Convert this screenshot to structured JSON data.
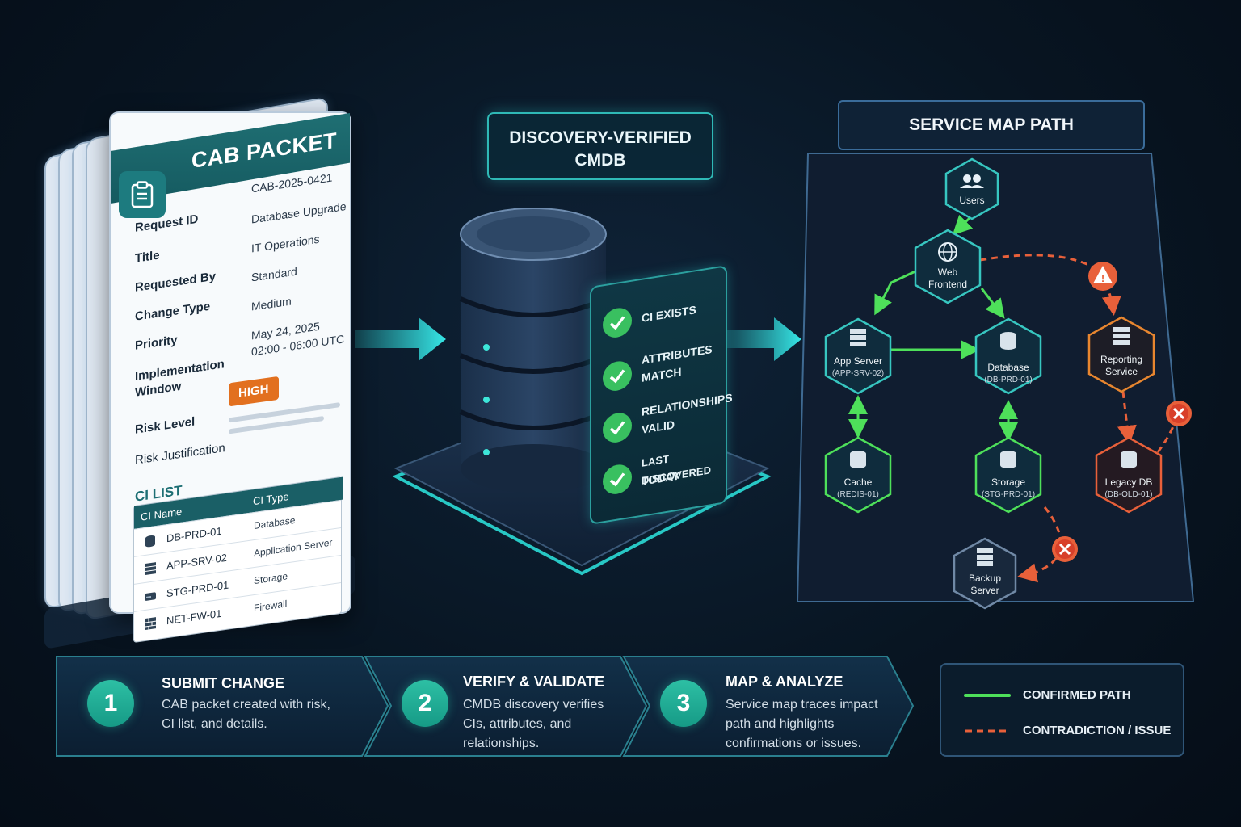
{
  "cab_packet": {
    "title": "CAB PACKET",
    "fields": [
      {
        "label": "Request ID",
        "value": "CAB-2025-0421"
      },
      {
        "label": "Title",
        "value": "Database Upgrade"
      },
      {
        "label": "Requested By",
        "value": "IT Operations"
      },
      {
        "label": "Change Type",
        "value": "Standard"
      },
      {
        "label": "Priority",
        "value": "Medium"
      },
      {
        "label": "Implementation Window",
        "value_line1": "May 24, 2025",
        "value_line2": "02:00 - 06:00 UTC",
        "label_line1": "Implementation",
        "label_line2": "Window"
      },
      {
        "label": "Risk Level",
        "value": "HIGH"
      },
      {
        "label": "Risk Justification",
        "value": ""
      }
    ],
    "ci_list": {
      "title": "CI LIST",
      "headers": [
        "CI Name",
        "CI Type"
      ],
      "rows": [
        {
          "name": "DB-PRD-01",
          "type": "Database",
          "icon": "database-icon"
        },
        {
          "name": "APP-SRV-02",
          "type": "Application Server",
          "icon": "server-icon"
        },
        {
          "name": "STG-PRD-01",
          "type": "Storage",
          "icon": "storage-icon"
        },
        {
          "name": "NET-FW-01",
          "type": "Firewall",
          "icon": "firewall-icon"
        }
      ]
    }
  },
  "cmdb": {
    "title_line1": "DISCOVERY-VERIFIED",
    "title_line2": "CMDB",
    "checks": [
      {
        "line1": "CI EXISTS",
        "line2": ""
      },
      {
        "line1": "ATTRIBUTES",
        "line2": "MATCH"
      },
      {
        "line1": "RELATIONSHIPS",
        "line2": "VALID"
      },
      {
        "line1": "LAST DISCOVERED",
        "line2": "TODAY"
      }
    ]
  },
  "service_map": {
    "title": "SERVICE MAP PATH",
    "nodes": {
      "users": {
        "name": "Users",
        "sub": "",
        "icon": "users-icon",
        "status": "confirmed"
      },
      "web": {
        "name": "Web",
        "name2": "Frontend",
        "sub": "",
        "icon": "globe-icon",
        "status": "confirmed"
      },
      "app": {
        "name": "App Server",
        "sub": "(APP-SRV-02)",
        "icon": "server-icon",
        "status": "confirmed"
      },
      "db": {
        "name": "Database",
        "sub": "(DB-PRD-01)",
        "icon": "database-icon",
        "status": "confirmed"
      },
      "reporting": {
        "name": "Reporting",
        "name2": "Service",
        "sub": "",
        "icon": "server-icon",
        "status": "issue"
      },
      "cache": {
        "name": "Cache",
        "sub": "(REDIS-01)",
        "icon": "database-icon",
        "status": "confirmed"
      },
      "storage": {
        "name": "Storage",
        "sub": "(STG-PRD-01)",
        "icon": "database-icon",
        "status": "confirmed"
      },
      "legacy": {
        "name": "Legacy DB",
        "sub": "(DB-OLD-01)",
        "icon": "database-icon",
        "status": "issue"
      },
      "backup": {
        "name": "Backup",
        "name2": "Server",
        "sub": "",
        "icon": "server-icon",
        "status": "neutral"
      }
    }
  },
  "steps": [
    {
      "num": "1",
      "title": "SUBMIT CHANGE",
      "desc": "CAB packet created with risk, CI list, and details."
    },
    {
      "num": "2",
      "title": "VERIFY & VALIDATE",
      "desc": "CMDB discovery verifies CIs, attributes, and relationships."
    },
    {
      "num": "3",
      "title": "MAP & ANALYZE",
      "desc": "Service map traces impact path and highlights confirmations or issues."
    }
  ],
  "legend": {
    "confirmed": "CONFIRMED PATH",
    "issue": "CONTRADICTION / ISSUE"
  },
  "colors": {
    "confirmed": "#4ee05a",
    "issue": "#e8603a",
    "accent": "#2fc7c2",
    "badge": "#e2701f"
  }
}
